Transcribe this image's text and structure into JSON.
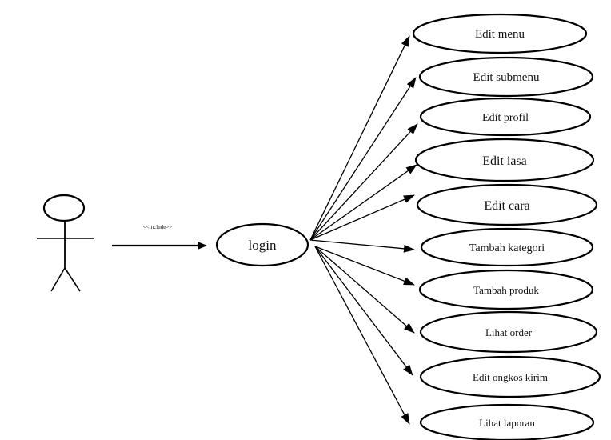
{
  "diagram": {
    "type": "use-case",
    "actor": {
      "label": ""
    },
    "relationship": {
      "stereotype": "<<include>>"
    },
    "login_usecase": {
      "label": "login"
    },
    "use_cases": [
      {
        "id": "edit-menu",
        "label": "Edit menu"
      },
      {
        "id": "edit-submenu",
        "label": "Edit submenu"
      },
      {
        "id": "edit-profil",
        "label": "Edit profil"
      },
      {
        "id": "edit-jasa",
        "label": "Edit iasa"
      },
      {
        "id": "edit-cara",
        "label": "Edit cara"
      },
      {
        "id": "tambah-kategori",
        "label": "Tambah kategori"
      },
      {
        "id": "tambah-produk",
        "label": "Tambah produk"
      },
      {
        "id": "lihat-order",
        "label": "Lihat order"
      },
      {
        "id": "edit-ongkos-kirim",
        "label": "Edit ongkos kirim"
      },
      {
        "id": "lihat-laporan",
        "label": "Lihat laporan"
      }
    ],
    "colors": {
      "stroke": "#000000",
      "background": "#ffffff",
      "text": "#111111"
    }
  }
}
